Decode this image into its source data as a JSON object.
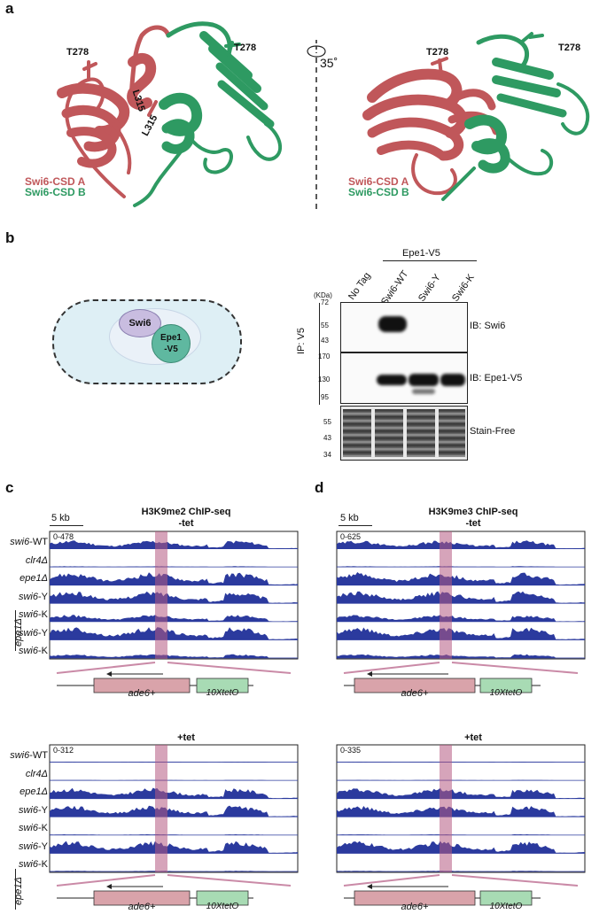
{
  "panels": {
    "a": "a",
    "b": "b",
    "c": "c",
    "d": "d"
  },
  "panel_a": {
    "left": {
      "res_top_a": "T278",
      "res_top_b": "T278",
      "res_mid_1": "L315",
      "res_mid_2": "L315",
      "legend_a": "Swi6-CSD A",
      "legend_b": "Swi6-CSD B"
    },
    "rotation_label": "35˚",
    "right": {
      "res_top_a": "T278",
      "res_top_b": "T278",
      "legend_a": "Swi6-CSD A",
      "legend_b": "Swi6-CSD B"
    },
    "colors": {
      "chain_a": "#c0575a",
      "chain_b": "#2e9a62"
    }
  },
  "panel_b": {
    "cell": {
      "swi6": "Swi6",
      "epe1_line1": "Epe1",
      "epe1_line2": "-V5"
    },
    "group_label": "Epe1-V5",
    "lanes": [
      "No Tag",
      "Swi6-WT",
      "Swi6-Y",
      "Swi6-K"
    ],
    "kda_label": "(KDa)",
    "ip_label": "IP: V5",
    "blots": [
      {
        "label": "IB: Swi6",
        "markers": [
          "72",
          "55",
          "43"
        ]
      },
      {
        "label": "IB: Epe1-V5",
        "markers": [
          "170",
          "130",
          "95"
        ]
      },
      {
        "label": "Stain-Free",
        "markers": [
          "55",
          "43",
          "34"
        ]
      }
    ]
  },
  "panel_c": {
    "scale": "5 kb",
    "title": "H3K9me2 ChIP-seq",
    "sub_top": "-tet",
    "sub_bottom": "+tet",
    "range_top": "0-478",
    "range_bottom": "0-312"
  },
  "panel_d": {
    "scale": "5 kb",
    "title": "H3K9me3 ChIP-seq",
    "sub_top": "-tet",
    "sub_bottom": "+tet",
    "range_top": "0-625",
    "range_bottom": "0-335"
  },
  "tracks": {
    "rows": [
      {
        "gene": "swi6",
        "suffix": "-WT"
      },
      {
        "gene": "clr4Δ",
        "suffix": ""
      },
      {
        "gene": "epe1Δ",
        "suffix": ""
      },
      {
        "gene": "swi6",
        "suffix": "-Y"
      },
      {
        "gene": "swi6",
        "suffix": "-K"
      },
      {
        "gene": "swi6",
        "suffix": "-Y"
      },
      {
        "gene": "swi6",
        "suffix": "-K"
      }
    ],
    "bracket_label": "epe1Δ",
    "gene_label": "ade6+",
    "reporter_label": "10XtetO",
    "colors": {
      "signal": "#2b3a9e",
      "highlight": "#b45a82",
      "gene_box": "#d9a3aa",
      "reporter_box": "#a8dbb4"
    }
  }
}
